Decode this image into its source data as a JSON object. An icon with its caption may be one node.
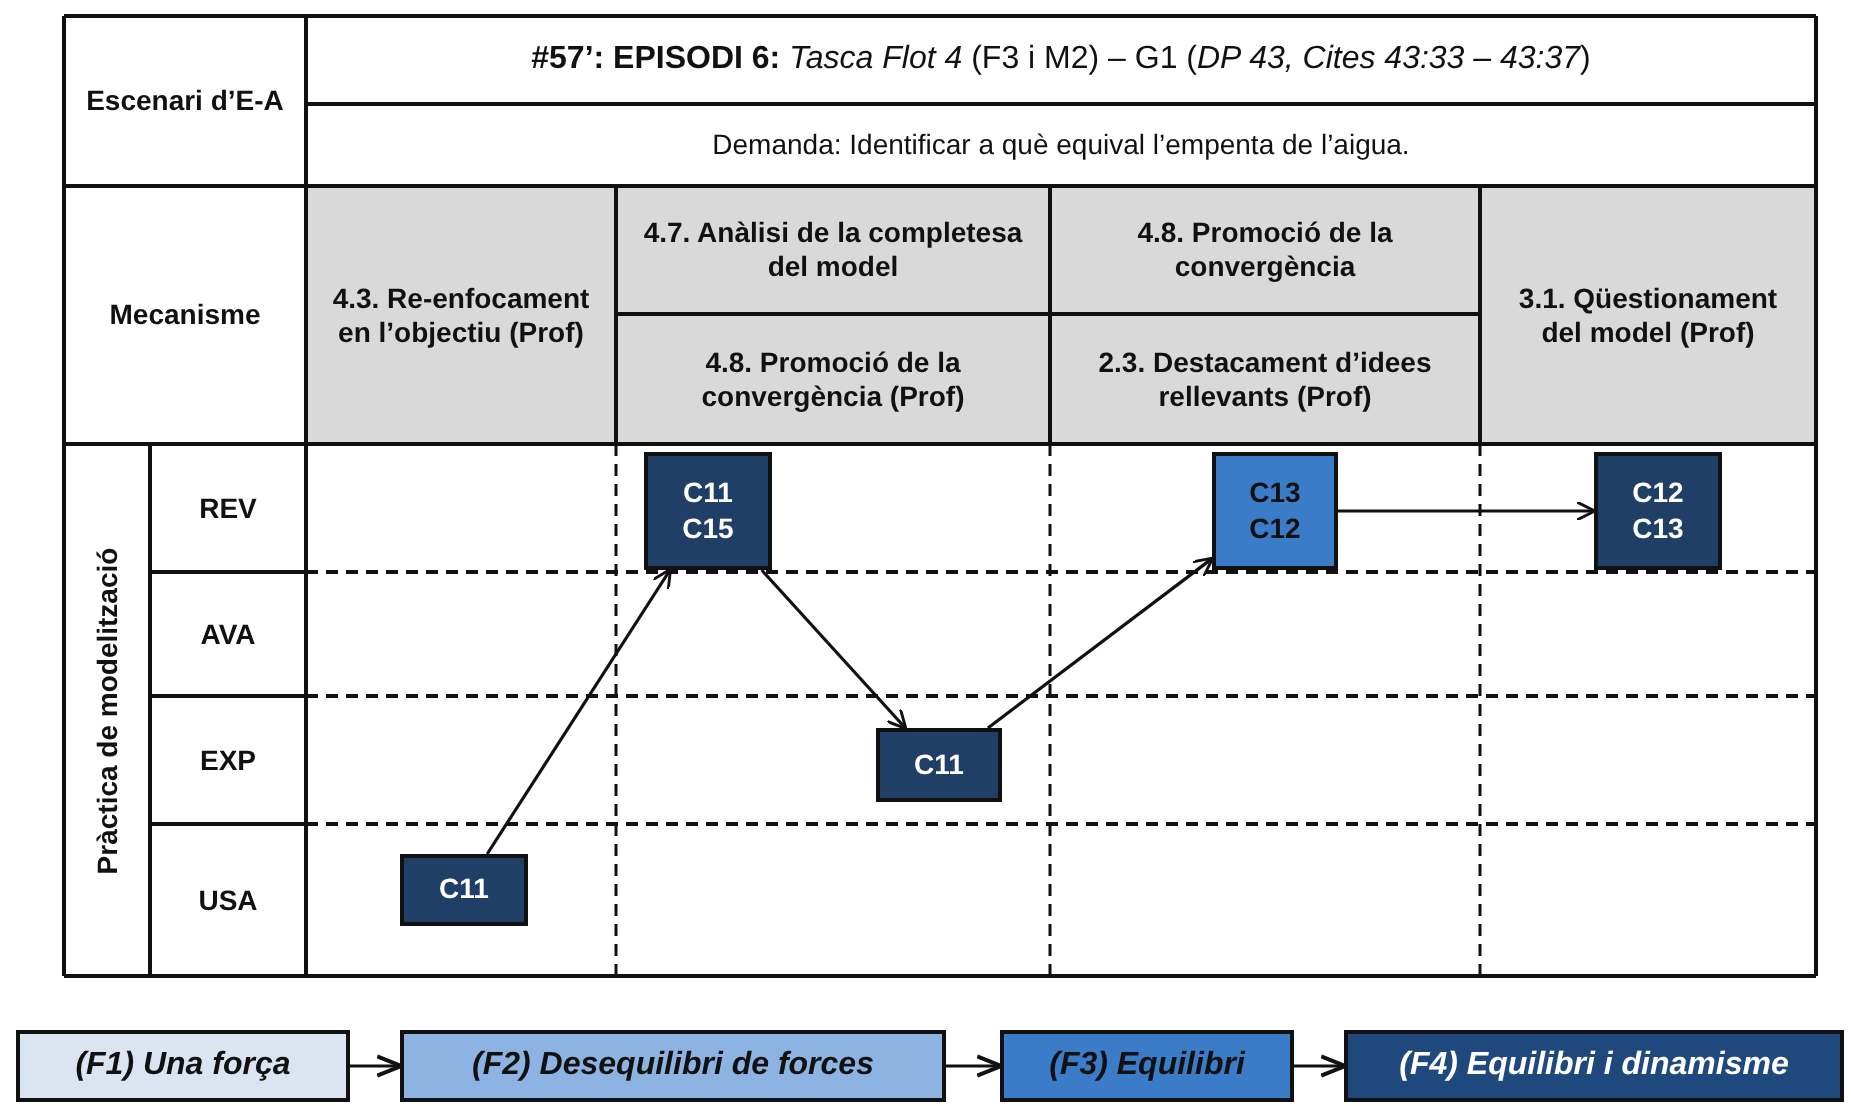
{
  "diagram": {
    "nodes": [
      {
        "text": [
          "C11"
        ]
      },
      {
        "text": [
          "C11",
          "C15"
        ]
      },
      {
        "text": [
          "C11"
        ]
      },
      {
        "text": [
          "C13",
          "C12"
        ]
      },
      {
        "text": [
          "C12",
          "C13"
        ]
      },
      {
        "text": [
          "(F1) Una força"
        ]
      },
      {
        "text": [
          "(F2) Desequilibri de forces"
        ]
      },
      {
        "text": [
          "(F3) Equilibri"
        ]
      },
      {
        "text": [
          "(F4) Equilibri i dinamisme"
        ]
      }
    ],
    "edges": [
      {
        "from": 0,
        "to": 1,
        "arrow": "to"
      },
      {
        "from": 1,
        "to": 2,
        "arrow": "to"
      },
      {
        "from": 2,
        "to": 3,
        "arrow": "to"
      },
      {
        "from": 3,
        "to": 4,
        "arrow": "to"
      },
      {
        "from": 5,
        "to": 6,
        "arrow": "to"
      },
      {
        "from": 6,
        "to": 7,
        "arrow": "to"
      },
      {
        "from": 7,
        "to": 8,
        "arrow": "to"
      }
    ],
    "labels": [
      "Escenari d’E-A",
      "**#57’: EPISODI 6:** *Tasca Flot 4* (F3 i M2) – G1 (*DP 43, Cites 43:33 – 43:37*)",
      "Demanda: Identificar a què equival l’empenta de l’aigua.",
      "Mecanisme",
      "4.3. Re-enfocament en l’objectiu (Prof)",
      "4.7. Anàlisi de la completesa del model",
      "4.8. Promoció de la convergència",
      "3.1. Qüestionament del model (Prof)",
      "4.8. Promoció de la convergència (Prof)",
      "2.3. Destacament d’idees rellevants (Prof)",
      "Pràctica de modelització",
      "REV",
      "AVA",
      "EXP",
      "USA"
    ]
  }
}
